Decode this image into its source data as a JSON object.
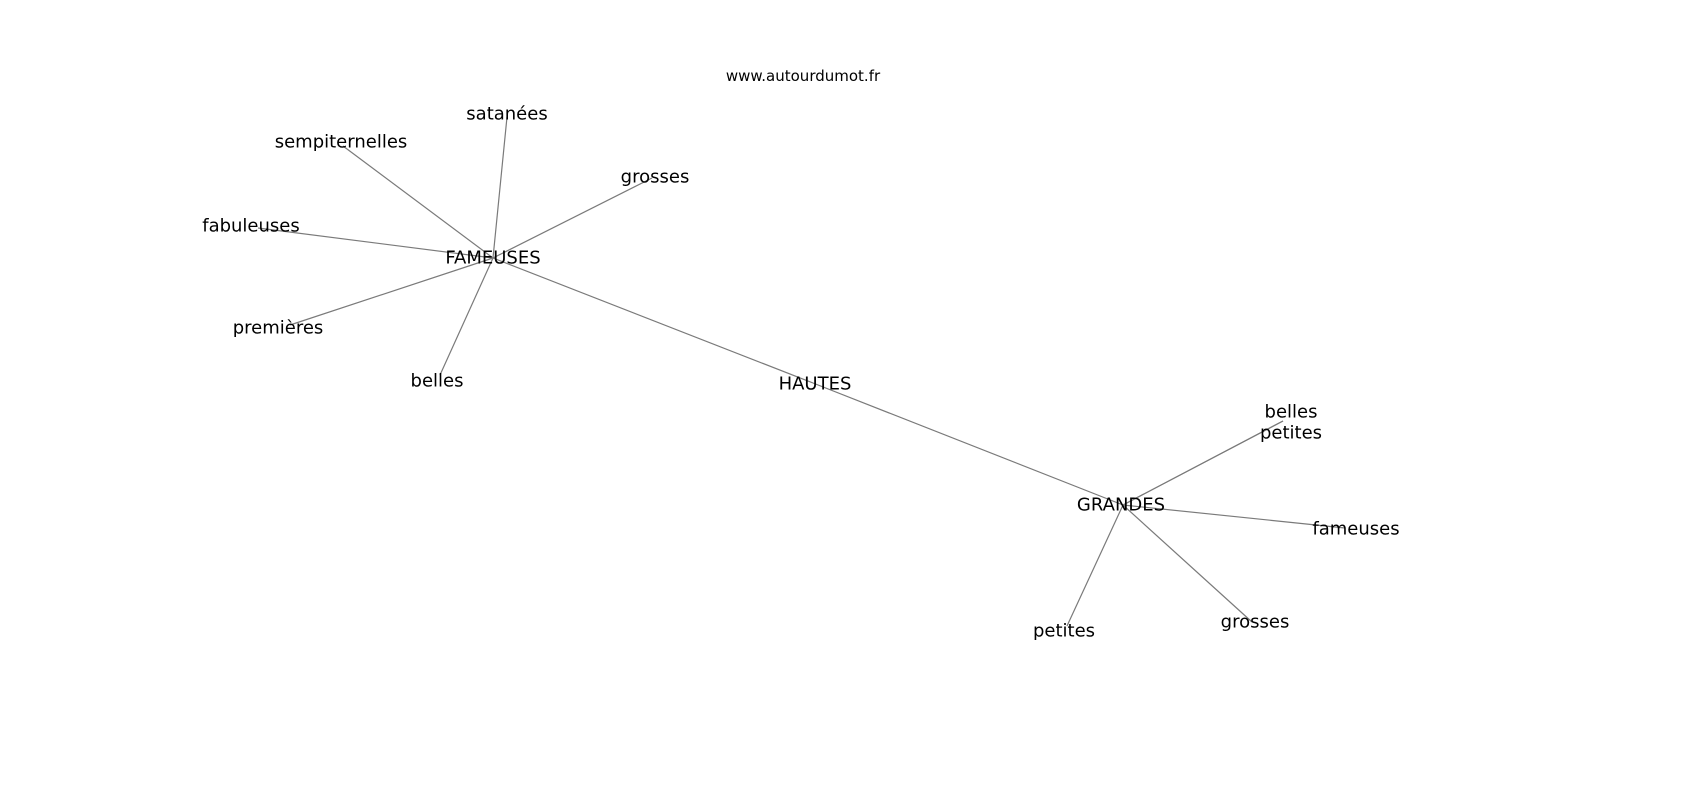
{
  "watermark": "www.autourdumot.fr",
  "graph": {
    "center": "HAUTES",
    "nodes": {
      "hautes": "HAUTES",
      "fameuses_hub": "FAMEUSES",
      "grandes_hub": "GRANDES",
      "satanees": "satanées",
      "sempiternelles": "sempiternelles",
      "fabuleuses": "fabuleuses",
      "premieres": "premières",
      "belles_f": "belles",
      "grosses_f": "grosses",
      "belles_g": "belles",
      "petites_g1": "petites",
      "fameuses_g": "fameuses",
      "grosses_g": "grosses",
      "petites_g2": "petites"
    },
    "edges": [
      [
        "hautes",
        "fameuses_hub"
      ],
      [
        "hautes",
        "grandes_hub"
      ],
      [
        "fameuses_hub",
        "satanees"
      ],
      [
        "fameuses_hub",
        "sempiternelles"
      ],
      [
        "fameuses_hub",
        "fabuleuses"
      ],
      [
        "fameuses_hub",
        "premieres"
      ],
      [
        "fameuses_hub",
        "belles_f"
      ],
      [
        "fameuses_hub",
        "grosses_f"
      ],
      [
        "grandes_hub",
        "belles_g"
      ],
      [
        "grandes_hub",
        "petites_g1"
      ],
      [
        "grandes_hub",
        "fameuses_g"
      ],
      [
        "grandes_hub",
        "grosses_g"
      ],
      [
        "grandes_hub",
        "petites_g2"
      ]
    ]
  }
}
